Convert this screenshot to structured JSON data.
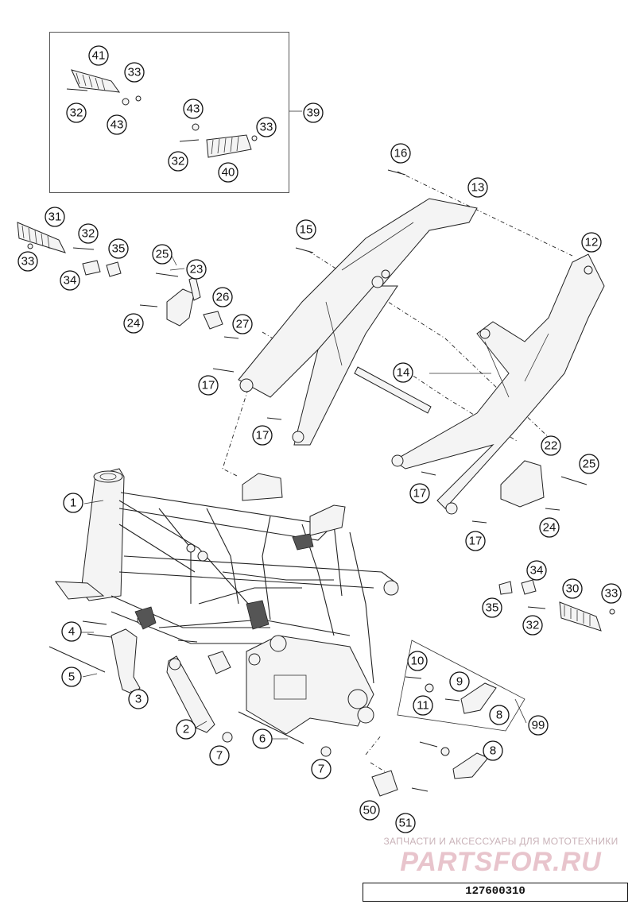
{
  "diagram_code": "127600310",
  "watermark": {
    "tagline": "ЗАПЧАСТИ И АКСЕССУАРЫ ДЛЯ МОТОТЕХНИКИ",
    "logo": "PARTSFOR.RU"
  },
  "callouts": {
    "c1": "1",
    "c2": "2",
    "c3": "3",
    "c4": "4",
    "c5": "5",
    "c6": "6",
    "c7a": "7",
    "c7b": "7",
    "c8a": "8",
    "c8b": "8",
    "c9": "9",
    "c10": "10",
    "c11": "11",
    "c12": "12",
    "c13": "13",
    "c14": "14",
    "c15": "15",
    "c16": "16",
    "c17a": "17",
    "c17b": "17",
    "c17c": "17",
    "c17d": "17",
    "c22": "22",
    "c23": "23",
    "c24a": "24",
    "c24b": "24",
    "c25a": "25",
    "c25b": "25",
    "c26": "26",
    "c27": "27",
    "c30": "30",
    "c31": "31",
    "c32a": "32",
    "c32b": "32",
    "c32c": "32",
    "c32d": "32",
    "c33a": "33",
    "c33b": "33",
    "c33c": "33",
    "c33d": "33",
    "c34a": "34",
    "c34b": "34",
    "c35a": "35",
    "c35b": "35",
    "c39": "39",
    "c40": "40",
    "c41": "41",
    "c43a": "43",
    "c43b": "43",
    "c50": "50",
    "c51": "51",
    "c99": "99"
  }
}
